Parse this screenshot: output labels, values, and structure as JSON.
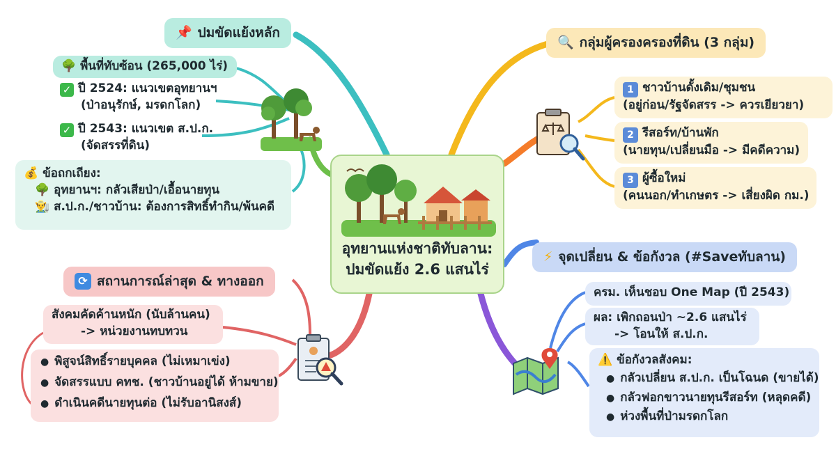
{
  "center": {
    "title_line1": "อุทยานแห่งชาติทับลาน:",
    "title_line2": "ปมขัดแย้ง 2.6 แสนไร่"
  },
  "colors": {
    "teal_branch": "#3cbfc0",
    "gold_branch": "#f4b81c",
    "orange_branch": "#f57c2a",
    "blue_branch": "#4f86e6",
    "purple_branch": "#8a57d8",
    "red_branch": "#e06464",
    "green_branch": "#6dbf4a"
  },
  "conflict": {
    "header_icon": "pushpin-icon",
    "header": "ปมขัดแย้งหลัก",
    "area_icon": "tree-icon",
    "area": "พื้นที่ทับซ้อน (265,000 ไร่)",
    "item1_line1": "ปี 2524: แนวเขตอุทยานฯ",
    "item1_line2": "(ป่าอนุรักษ์, มรดกโลก)",
    "item2_line1": "ปี 2543: แนวเขต ส.ป.ก.",
    "item2_line2": "(จัดสรรที่ดิน)",
    "arg_icon": "money-bag-icon",
    "arg_header": "ข้อถกเถียง:",
    "arg1": "อุทยานฯ: กลัวเสียป่า/เอื้อนายทุน",
    "arg2": "ส.ป.ก./ชาวบ้าน: ต้องการสิทธิ์ทำกิน/พ้นคดี"
  },
  "groups": {
    "header_icon": "magnifier-icon",
    "header": "กลุ่มผู้ครองครองที่ดิน (3 กลุ่ม)",
    "g1_num": "1",
    "g1_line1": "ชาวบ้านดั้งเดิม/ชุมชน",
    "g1_line2": "(อยู่ก่อน/รัฐจัดสรร -> ควรเยียวยา)",
    "g2_num": "2",
    "g2_line1": "รีสอร์ท/บ้านพัก",
    "g2_line2": "(นายทุน/เปลี่ยนมือ -> มีคดีความ)",
    "g3_num": "3",
    "g3_line1": "ผู้ซื้อใหม่",
    "g3_line2": "(คนนอก/ทำเกษตร -> เสี่ยงผิด กม.)"
  },
  "turning": {
    "header_icon": "lightning-icon",
    "header": "จุดเปลี่ยน & ข้อกังวล (#Saveทับลาน)",
    "cabinet": "ครม. เห็นชอบ One Map (ปี 2543)",
    "result_line1": "ผล: เพิกถอนป่า ~2.6 แสนไร่",
    "result_line2": "-> โอนให้ ส.ป.ก.",
    "concern_icon": "warning-icon",
    "concern_header": "ข้อกังวลสังคม:",
    "c1": "กลัวเปลี่ยน ส.ป.ก. เป็นโฉนด (ขายได้)",
    "c2": "กลัวฟอกขาวนายทุนรีสอร์ท (หลุดคดี)",
    "c3": "ห่วงพื้นที่ป่ามรดกโลก"
  },
  "latest": {
    "header_icon": "refresh-icon",
    "header": "สถานการณ์ล่าสุด & ทางออก",
    "opp_line1": "สังคมคัดค้านหนัก (นับล้านคน)",
    "opp_line2": "-> หน่วยงานทบทวน",
    "s1": "พิสูจน์สิทธิ์รายบุคคล (ไม่เหมาเข่ง)",
    "s2": "จัดสรรแบบ คทช. (ชาวบ้านอยู่ได้ ห้ามขาย)",
    "s3": "ดำเนินคดีนายทุนต่อ (ไม่รับอานิสงส์)"
  }
}
